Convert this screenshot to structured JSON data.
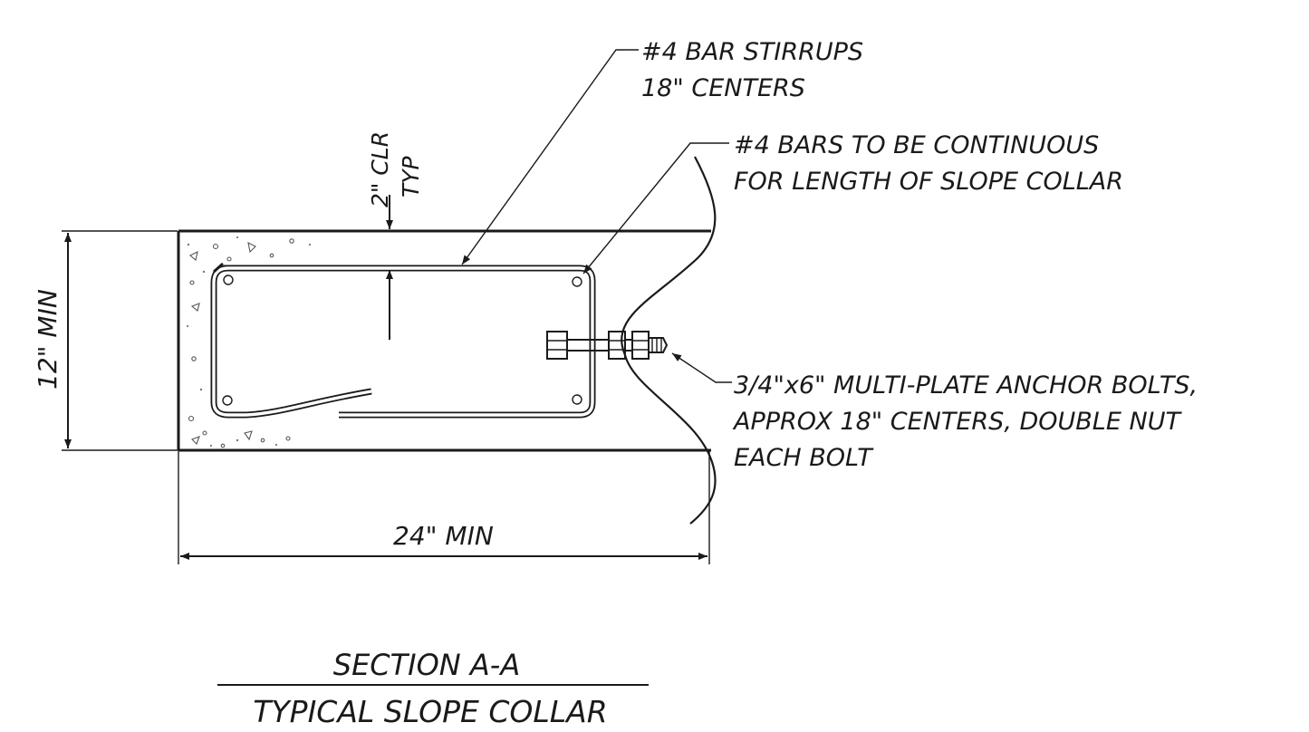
{
  "labels": {
    "stirrups_line1": "#4  BAR STIRRUPS",
    "stirrups_line2": "18\" CENTERS",
    "clear_line1": "2\" CLR",
    "clear_line2": "TYP",
    "bars_line1": "#4  BARS TO BE CONTINUOUS",
    "bars_line2": "FOR LENGTH OF SLOPE COLLAR",
    "height_dim": "12\" MIN",
    "width_dim": "24\" MIN",
    "bolts_line1": "3/4\"x6\" MULTI-PLATE ANCHOR BOLTS,",
    "bolts_line2": "APPROX 18\" CENTERS, DOUBLE NUT",
    "bolts_line3": "EACH BOLT"
  },
  "title": {
    "line1": "SECTION A-A",
    "line2": "TYPICAL SLOPE COLLAR"
  }
}
